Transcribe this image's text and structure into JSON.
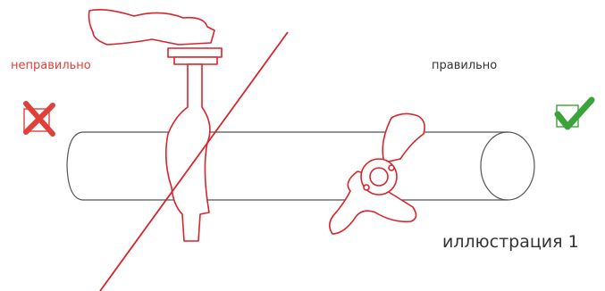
{
  "labels": {
    "wrong": "неправильно",
    "right": "правильно",
    "caption": "иллюстрация 1"
  },
  "colors": {
    "wrong": "#e0403a",
    "right": "#3aa33a",
    "outline": "#555555",
    "clamp": "#d8242a"
  },
  "icons": {
    "wrong_mark": "cross-box-icon",
    "right_mark": "check-box-icon"
  }
}
